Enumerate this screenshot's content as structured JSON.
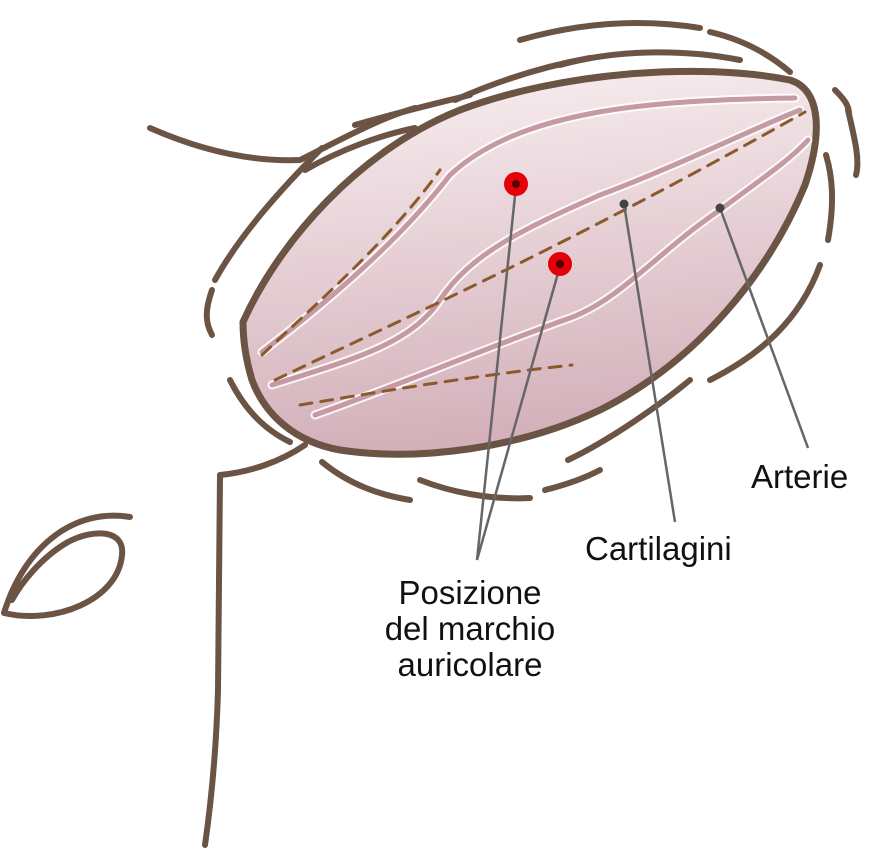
{
  "labels": {
    "arteries": "Arterie",
    "cartilage": "Cartilagini",
    "mark_position": [
      "Posizione",
      "del marchio",
      "auricolare"
    ]
  },
  "colors": {
    "outline": "#6b5444",
    "ear_fill_top": "#f8edf0",
    "ear_fill_bottom": "#d6b6bf",
    "artery": "#c59aa2",
    "artery_highlight": "#ffffff",
    "cartilage_dash": "#8b5a2b",
    "mark": "#e3000b",
    "leader_line": "#666666"
  },
  "icons": {
    "mark": "red-dot-icon",
    "leader_anchor": "small-dot-icon"
  }
}
